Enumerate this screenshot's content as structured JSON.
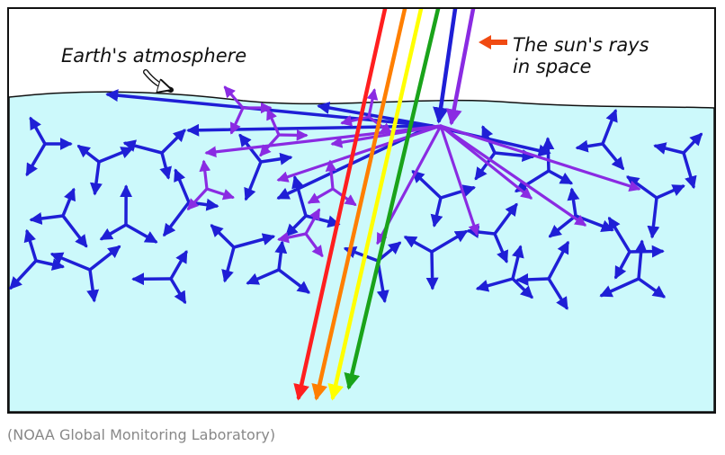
{
  "diagram": {
    "atmosphere_label": "Earth's atmosphere",
    "sun_label_line1": "The sun's rays",
    "sun_label_line2": "in space",
    "credit": "(NOAA Global Monitoring Laboratory)"
  },
  "colors": {
    "atmosphere_fill": "#ccf9fb",
    "frame": "#111111",
    "scatter_blue": "#1f1fd6",
    "scatter_violet": "#8a2be2",
    "pointer_arrow": "#f04a12",
    "ray_red": "#ff1f1f",
    "ray_orange": "#ff7f00",
    "ray_yellow": "#ffff00",
    "ray_green": "#1aa31a",
    "ray_blue": "#1f1fd6",
    "ray_violet": "#8a2be2"
  }
}
